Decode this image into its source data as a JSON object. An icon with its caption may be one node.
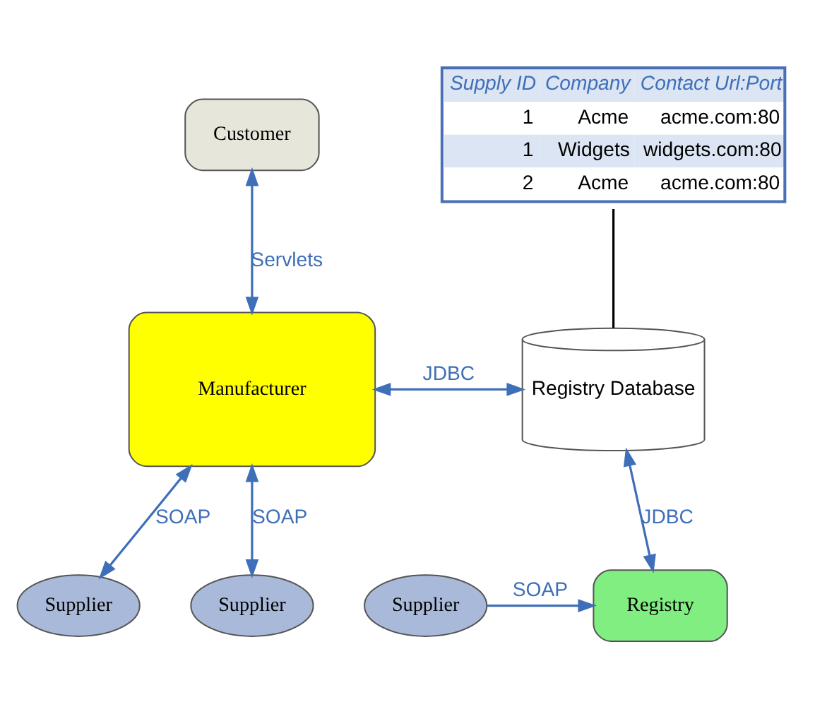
{
  "diagram": {
    "nodes": [
      {
        "text": [
          "Customer"
        ]
      },
      {
        "text": [
          "Supply ID",
          "Company",
          "Contact Url:Port",
          "1",
          "Acme",
          "acme.com:80",
          "1",
          "Widgets",
          "widgets.com:80",
          "2",
          "Acme",
          "acme.com:80"
        ]
      },
      {
        "text": [
          "Manufacturer"
        ]
      },
      {
        "text": [
          "Registry Database"
        ]
      },
      {
        "text": [
          "Supplier"
        ]
      },
      {
        "text": [
          "Supplier"
        ]
      },
      {
        "text": [
          "Supplier"
        ]
      },
      {
        "text": [
          "Registry"
        ]
      }
    ],
    "edges": [
      {
        "from": 0,
        "to": 2,
        "arrow": "both",
        "label": "Servlets"
      },
      {
        "from": 1,
        "to": 3,
        "arrow": "none",
        "color": "#000000"
      },
      {
        "from": 2,
        "to": 3,
        "arrow": "both",
        "label": "JDBC"
      },
      {
        "from": 2,
        "to": 4,
        "arrow": "both",
        "label": "SOAP"
      },
      {
        "from": 2,
        "to": 5,
        "arrow": "both",
        "label": "SOAP"
      },
      {
        "from": 3,
        "to": 7,
        "arrow": "both",
        "label": "JDBC"
      },
      {
        "from": 6,
        "to": 7,
        "arrow": "to",
        "label": "SOAP"
      }
    ]
  }
}
